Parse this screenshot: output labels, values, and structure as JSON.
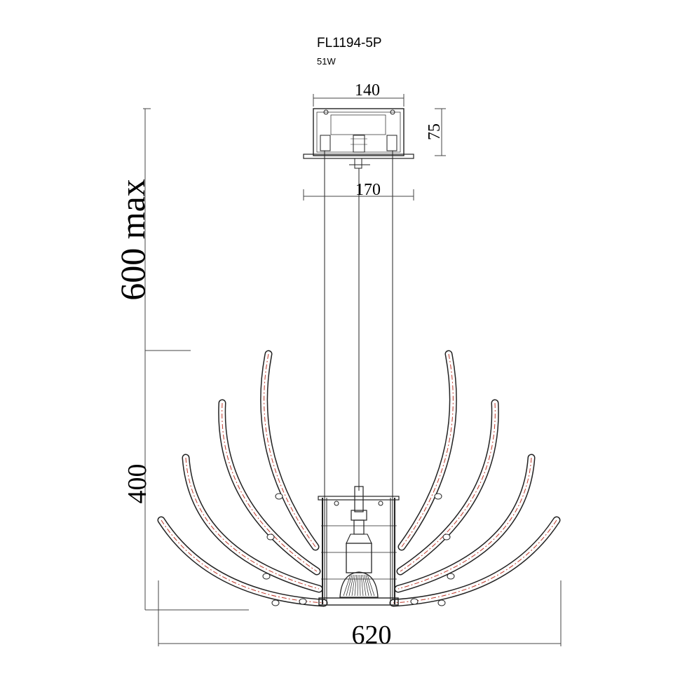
{
  "header": {
    "model": "FL1194-5P",
    "power": "51W"
  },
  "dimensions": {
    "canopy_width": "140",
    "canopy_height": "75",
    "canopy_plate_width": "170",
    "suspension_length": "600 max",
    "body_height": "400",
    "body_width": "620"
  },
  "colors": {
    "line": "#222222",
    "accent_dash": "#c0392b",
    "background": "#ffffff"
  }
}
